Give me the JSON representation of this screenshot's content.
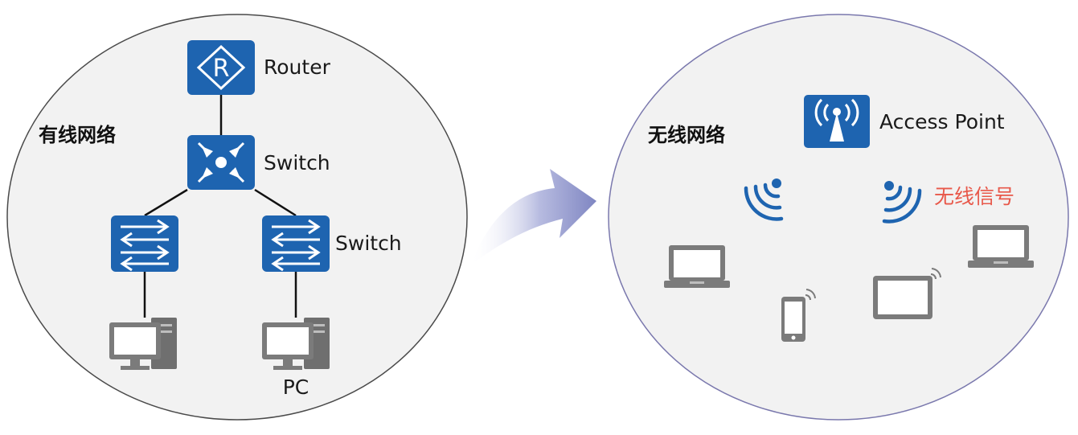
{
  "colors": {
    "device_blue": "#1e64b0",
    "device_blue_dark": "#154f8e",
    "bubble_fill": "#f2f2f2",
    "bubble_stroke": "#4a4a4a",
    "bubble_stroke_right": "#7a78ad",
    "terminal_gray": "#7b7b7b",
    "signal_text": "#e8584a",
    "arrow": "#8a8fc6"
  },
  "wired": {
    "title": "有线网络",
    "router_label": "Router",
    "core_switch_label": "Switch",
    "access_switch_label": "Switch",
    "pc_label": "PC"
  },
  "wireless": {
    "title": "无线网络",
    "ap_label": "Access Point",
    "signal_label": "无线信号"
  },
  "icons": {
    "router": "router-icon",
    "core_switch": "core-switch-icon",
    "access_switch": "access-switch-icon",
    "pc": "desktop-pc-icon",
    "ap": "access-point-icon",
    "wifi": "wifi-signal-icon",
    "laptop": "laptop-icon",
    "phone": "smartphone-icon",
    "tablet": "tablet-icon",
    "arrow": "transition-arrow-icon"
  }
}
